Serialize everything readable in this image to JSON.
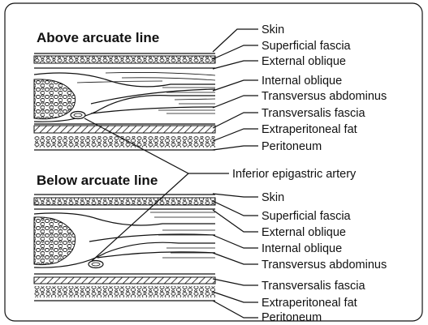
{
  "headings": {
    "above": "Above arcuate line",
    "below": "Below arcuate line"
  },
  "labels_above": [
    "Skin",
    "Superficial fascia",
    "External oblique",
    "Internal oblique",
    "Transversus abdominus",
    "Transversalis fascia",
    "Extraperitoneal fat",
    "Peritoneum"
  ],
  "shared_label": "Inferior epigastric artery",
  "labels_below": [
    "Skin",
    "Superficial fascia",
    "External oblique",
    "Internal oblique",
    "Transversus abdominus",
    "Transversalis fascia",
    "Extraperitoneal fat",
    "Peritoneum"
  ]
}
